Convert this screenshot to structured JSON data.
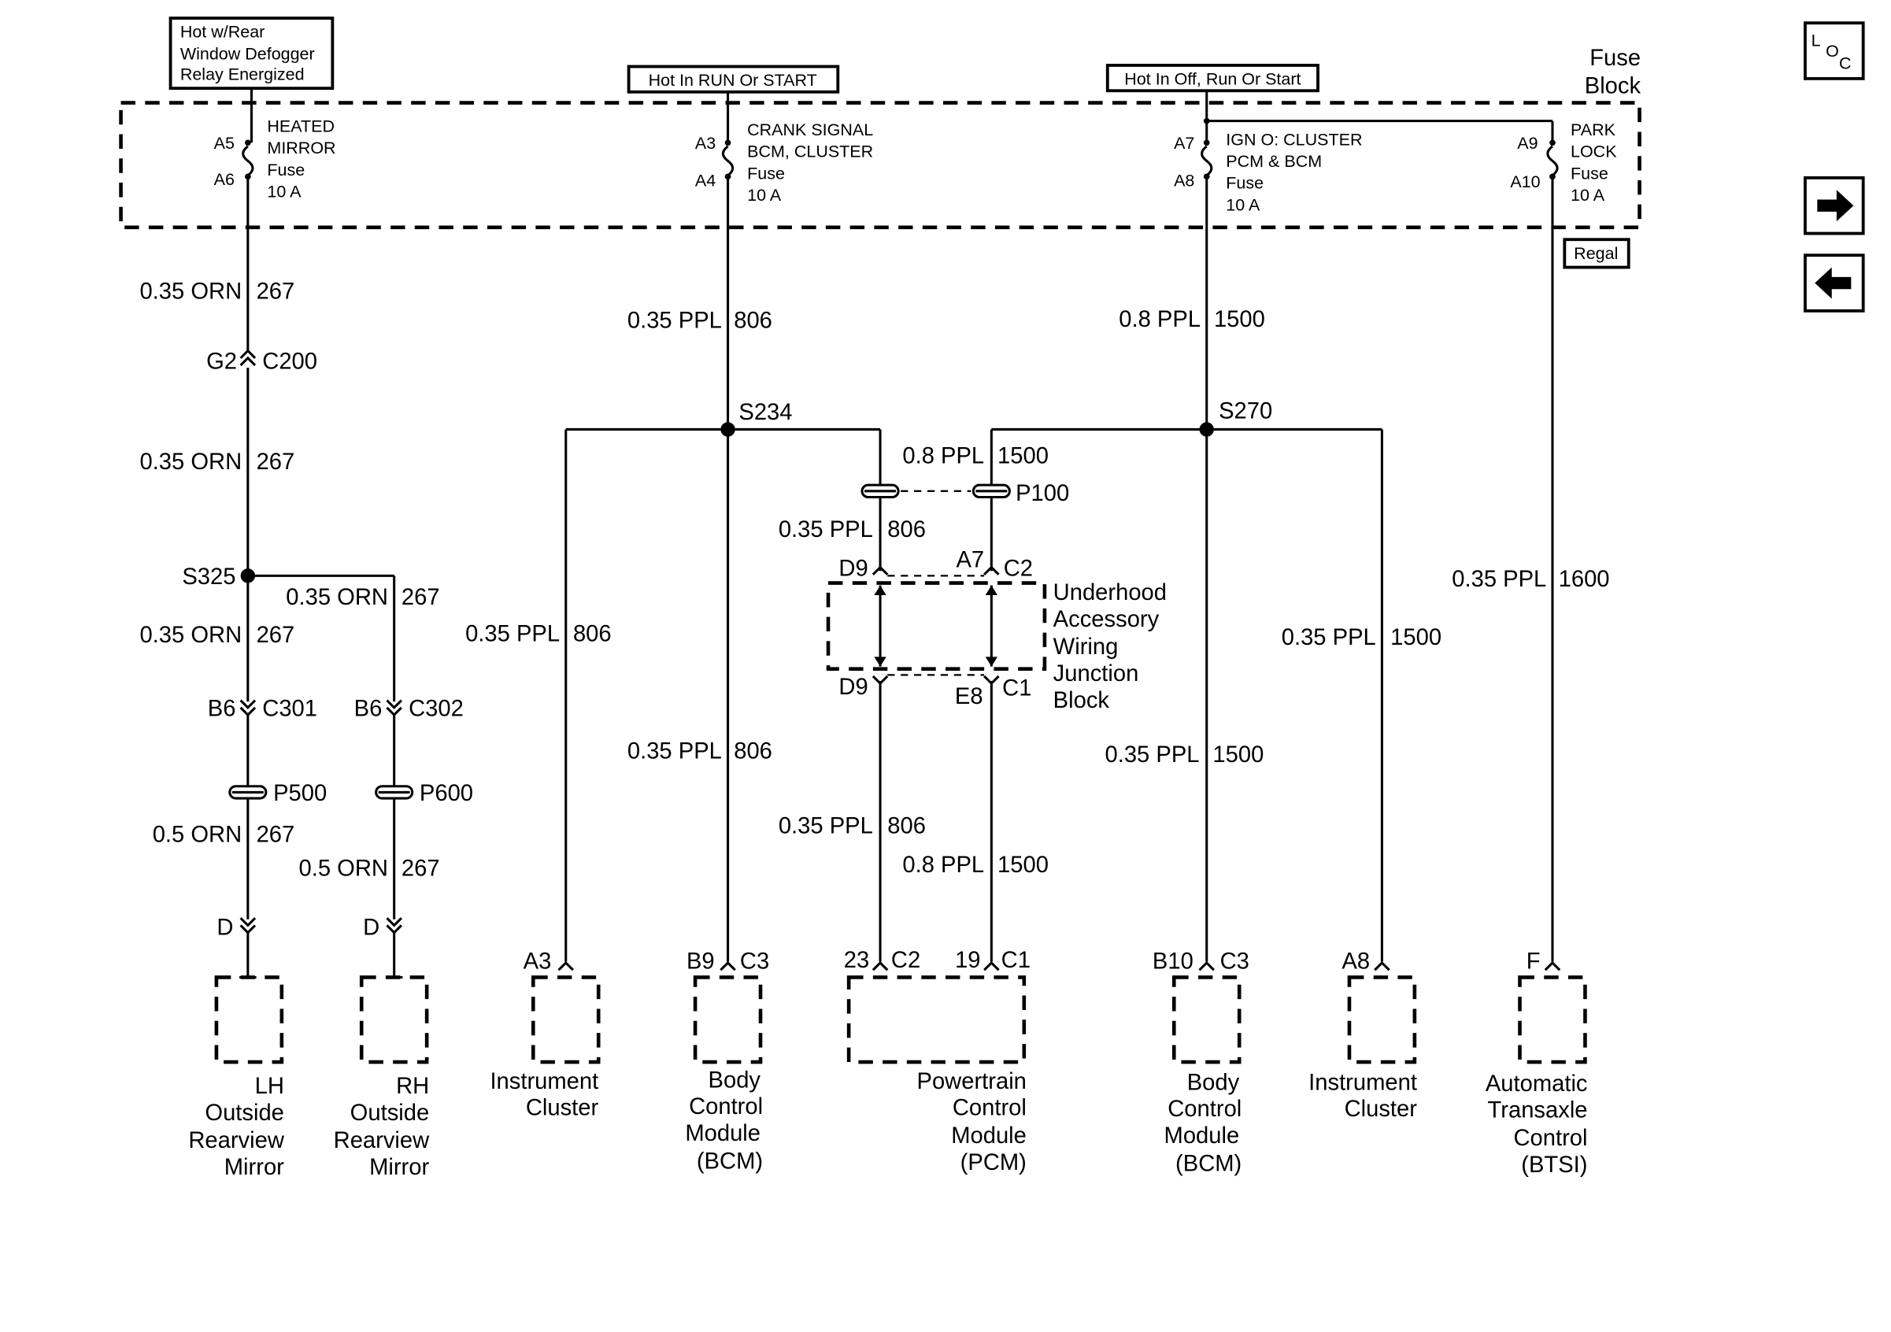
{
  "fuse_block": {
    "title_line1": "Fuse",
    "title_line2": "Block",
    "fuses": [
      {
        "pin_in": "A5",
        "pin_out": "A6",
        "name_lines": [
          "HEATED",
          "MIRROR",
          "Fuse",
          "10 A"
        ]
      },
      {
        "pin_in": "A3",
        "pin_out": "A4",
        "name_lines": [
          "CRANK SIGNAL",
          "BCM, CLUSTER",
          "Fuse",
          "10 A"
        ]
      },
      {
        "pin_in": "A7",
        "pin_out": "A8",
        "name_lines": [
          "IGN O: CLUSTER",
          "PCM & BCM",
          "Fuse",
          "10 A"
        ]
      },
      {
        "pin_in": "A9",
        "pin_out": "A10",
        "name_lines": [
          "PARK",
          "LOCK",
          "Fuse",
          "10 A"
        ]
      }
    ],
    "regal_tag": "Regal"
  },
  "power_labels": {
    "hot_rear_defogger": [
      "Hot w/Rear",
      "Window Defogger",
      "Relay Energized"
    ],
    "hot_run_start": "Hot In RUN Or START",
    "hot_off_run_start": "Hot In Off, Run Or Start"
  },
  "wires": {
    "w267_upper": {
      "gauge": "0.35 ORN",
      "circuit": "267"
    },
    "w267_mid": {
      "gauge": "0.35 ORN",
      "circuit": "267"
    },
    "w267_branch": {
      "gauge": "0.35 ORN",
      "circuit": "267"
    },
    "w267_left": {
      "gauge": "0.35 ORN",
      "circuit": "267"
    },
    "w267_p500": {
      "gauge": "0.5 ORN",
      "circuit": "267"
    },
    "w267_p600": {
      "gauge": "0.5 ORN",
      "circuit": "267"
    },
    "w806_top": {
      "gauge": "0.35 PPL",
      "circuit": "806"
    },
    "w806_ic": {
      "gauge": "0.35 PPL",
      "circuit": "806"
    },
    "w806_bcm": {
      "gauge": "0.35 PPL",
      "circuit": "806"
    },
    "w806_jb_top": {
      "gauge": "0.35 PPL",
      "circuit": "806"
    },
    "w806_jb_bottom": {
      "gauge": "0.35 PPL",
      "circuit": "806"
    },
    "w1500_top": {
      "gauge": "0.8 PPL",
      "circuit": "1500"
    },
    "w1500_p100": {
      "gauge": "0.8 PPL",
      "circuit": "1500"
    },
    "w1500_pcm": {
      "gauge": "0.8 PPL",
      "circuit": "1500"
    },
    "w1500_bcm": {
      "gauge": "0.35 PPL",
      "circuit": "1500"
    },
    "w1500_ic": {
      "gauge": "0.35 PPL",
      "circuit": "1500"
    },
    "w1600": {
      "gauge": "0.35 PPL",
      "circuit": "1600"
    }
  },
  "splices": {
    "s325": "S325",
    "s234": "S234",
    "s270": "S270"
  },
  "connectors": {
    "g2": "G2",
    "c200": "C200",
    "b6_left": "B6",
    "c301": "C301",
    "b6_right": "B6",
    "c302": "C302",
    "p500": "P500",
    "p600": "P600",
    "p100": "P100",
    "d_left": "D",
    "d_right": "D",
    "d9_top": "D9",
    "a7_top": "A7",
    "c2_top": "C2",
    "d9_bottom": "D9",
    "e8_bottom": "E8",
    "c1_bottom": "C1"
  },
  "junction_block": {
    "lines": [
      "Underhood",
      "Accessory",
      "Wiring",
      "Junction",
      "Block"
    ]
  },
  "components": [
    {
      "id": "lh-mirror",
      "pin": "",
      "conn": "",
      "lines": [
        "LH",
        "Outside",
        "Rearview",
        "Mirror"
      ]
    },
    {
      "id": "rh-mirror",
      "pin": "",
      "conn": "",
      "lines": [
        "RH",
        "Outside",
        "Rearview",
        "Mirror"
      ]
    },
    {
      "id": "ic-806",
      "pin": "A3",
      "conn": "",
      "lines": [
        "Instrument",
        "Cluster"
      ]
    },
    {
      "id": "bcm-806",
      "pin": "B9",
      "conn": "C3",
      "lines": [
        "Body",
        "Control",
        "Module",
        "(BCM)"
      ]
    },
    {
      "id": "pcm",
      "pin": "23",
      "conn": "C2",
      "pin2": "19",
      "conn2": "C1",
      "lines": [
        "Powertrain",
        "Control",
        "Module",
        "(PCM)"
      ]
    },
    {
      "id": "bcm-1500",
      "pin": "B10",
      "conn": "C3",
      "lines": [
        "Body",
        "Control",
        "Module",
        "(BCM)"
      ]
    },
    {
      "id": "ic-1500",
      "pin": "A8",
      "conn": "",
      "lines": [
        "Instrument",
        "Cluster"
      ]
    },
    {
      "id": "btsi",
      "pin": "F",
      "conn": "",
      "lines": [
        "Automatic",
        "Transaxle",
        "Control",
        "(BTSI)"
      ]
    }
  ],
  "nav": {
    "loc_l": "L",
    "loc_o": "O",
    "loc_c": "C",
    "icons": [
      "loc-icon",
      "arrow-right-icon",
      "arrow-left-icon"
    ]
  }
}
